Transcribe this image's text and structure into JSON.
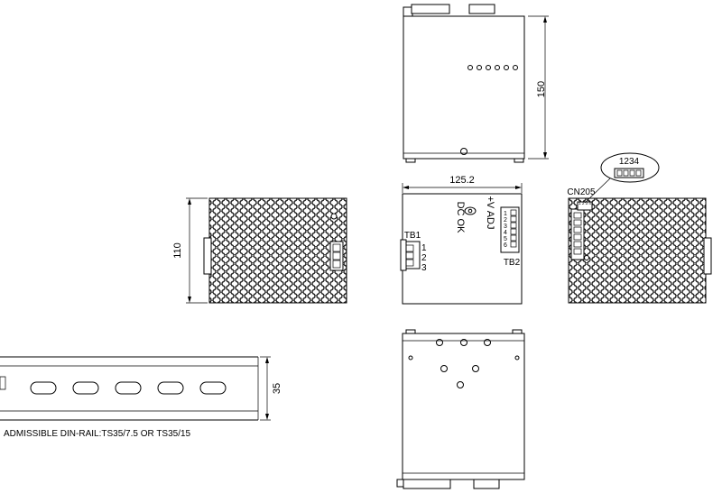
{
  "dimensions": {
    "height_top": "150",
    "width_front": "125.2",
    "height_side": "110",
    "rail_height": "35"
  },
  "front_view": {
    "vadj_label": "+V ADJ",
    "dc_ok_label": "DC OK",
    "tb1_label": "TB1",
    "tb1_pins": [
      "1",
      "2",
      "3"
    ],
    "tb2_label": "TB2",
    "tb2_pins": [
      "1",
      "2",
      "3",
      "4",
      "5",
      "6"
    ]
  },
  "side_view": {
    "cn205_label": "CN205",
    "cn205_small_pins": "1 2 3 4",
    "callout_pins": "1234"
  },
  "din_rail": {
    "note": "ADMISSIBLE DIN-RAIL:TS35/7.5 OR TS35/15"
  }
}
